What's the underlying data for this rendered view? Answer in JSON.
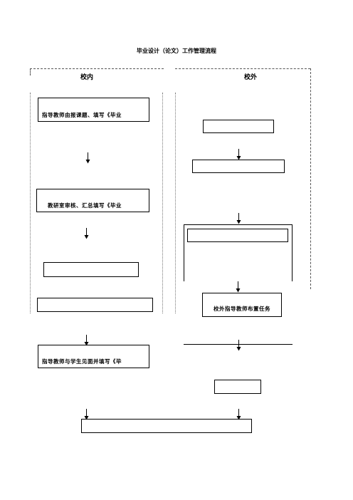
{
  "title": "毕业设计（论文）工作管理流程",
  "headers": {
    "inside": "校内",
    "outside": "校外"
  },
  "inside_boxes": {
    "advisor_topic": "指导教师由报课题、填写《毕业",
    "office_review": "教研室审核、汇总填写《毕业",
    "blank_1": "",
    "blank_2": "",
    "advisor_meet": "指导教师与学生见面并填写《毕"
  },
  "outside_boxes": {
    "blank_1": "",
    "blank_2": "",
    "blank_3": "",
    "assign_task": "校外指导教师布置任务",
    "blank_4": ""
  },
  "bottom_box": ""
}
